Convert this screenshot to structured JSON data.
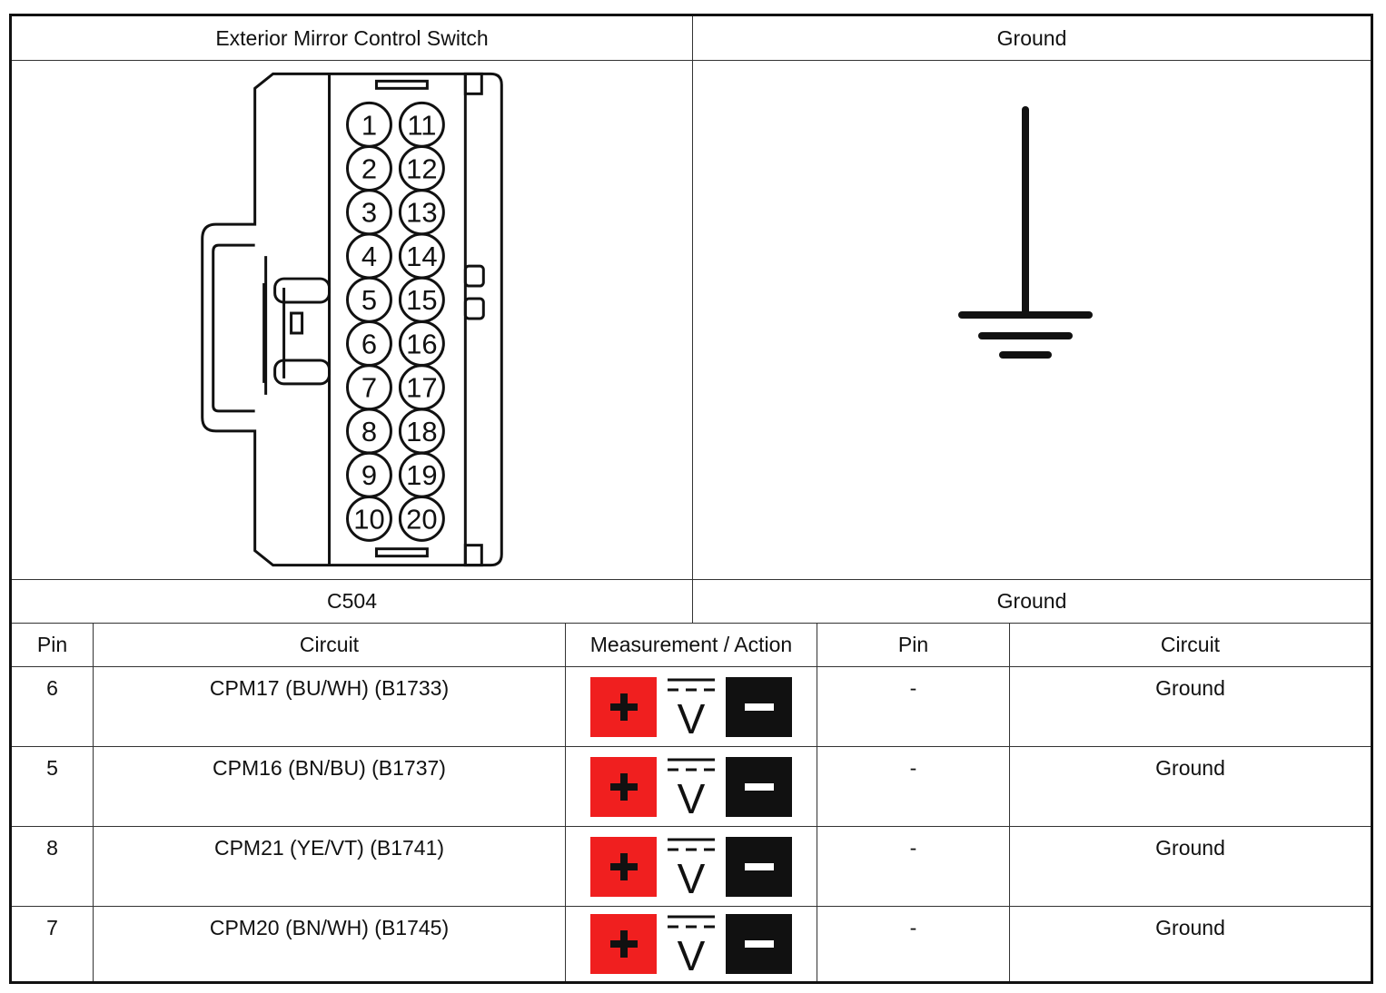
{
  "header": {
    "left_title": "Exterior Mirror Control Switch",
    "right_title": "Ground",
    "left_connector": "C504",
    "right_connector": "Ground"
  },
  "connector_pins": {
    "left_column": [
      "1",
      "2",
      "3",
      "4",
      "5",
      "6",
      "7",
      "8",
      "9",
      "10"
    ],
    "right_column": [
      "11",
      "12",
      "13",
      "14",
      "15",
      "16",
      "17",
      "18",
      "19",
      "20"
    ]
  },
  "table": {
    "columns": [
      "Pin",
      "Circuit",
      "Measurement / Action",
      "Pin",
      "Circuit"
    ],
    "rows": [
      {
        "pin": "6",
        "circuit": "CPM17 (BU/WH) (B1733)",
        "meter": "dc-voltmeter",
        "pin2": "-",
        "circuit2": "Ground"
      },
      {
        "pin": "5",
        "circuit": "CPM16 (BN/BU) (B1737)",
        "meter": "dc-voltmeter",
        "pin2": "-",
        "circuit2": "Ground"
      },
      {
        "pin": "8",
        "circuit": "CPM21 (YE/VT) (B1741)",
        "meter": "dc-voltmeter",
        "pin2": "-",
        "circuit2": "Ground"
      },
      {
        "pin": "7",
        "circuit": "CPM20 (BN/WH) (B1745)",
        "meter": "dc-voltmeter",
        "pin2": "-",
        "circuit2": "Ground"
      }
    ]
  },
  "meter_icon": {
    "positive_color": "#f01f1f",
    "negative_color": "#111111",
    "symbol": "V"
  }
}
